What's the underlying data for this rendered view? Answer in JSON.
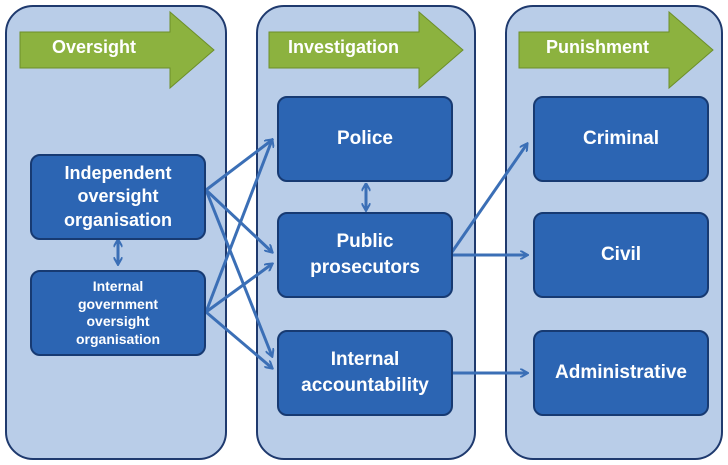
{
  "columns": {
    "oversight": {
      "header": "Oversight",
      "boxes": [
        "Independent oversight organisation",
        "Internal government oversight organisation"
      ]
    },
    "investigation": {
      "header": "Investigation",
      "boxes": [
        "Police",
        "Public prosecutors",
        "Internal accountability"
      ]
    },
    "punishment": {
      "header": "Punishment",
      "boxes": [
        "Criminal",
        "Civil",
        "Administrative"
      ]
    }
  },
  "colors": {
    "column_bg": "#b9cde8",
    "column_border": "#1f3a6e",
    "header_arrow": "#8cb23f",
    "box_fill": "#2c65b3",
    "connector": "#3b6fb6"
  }
}
